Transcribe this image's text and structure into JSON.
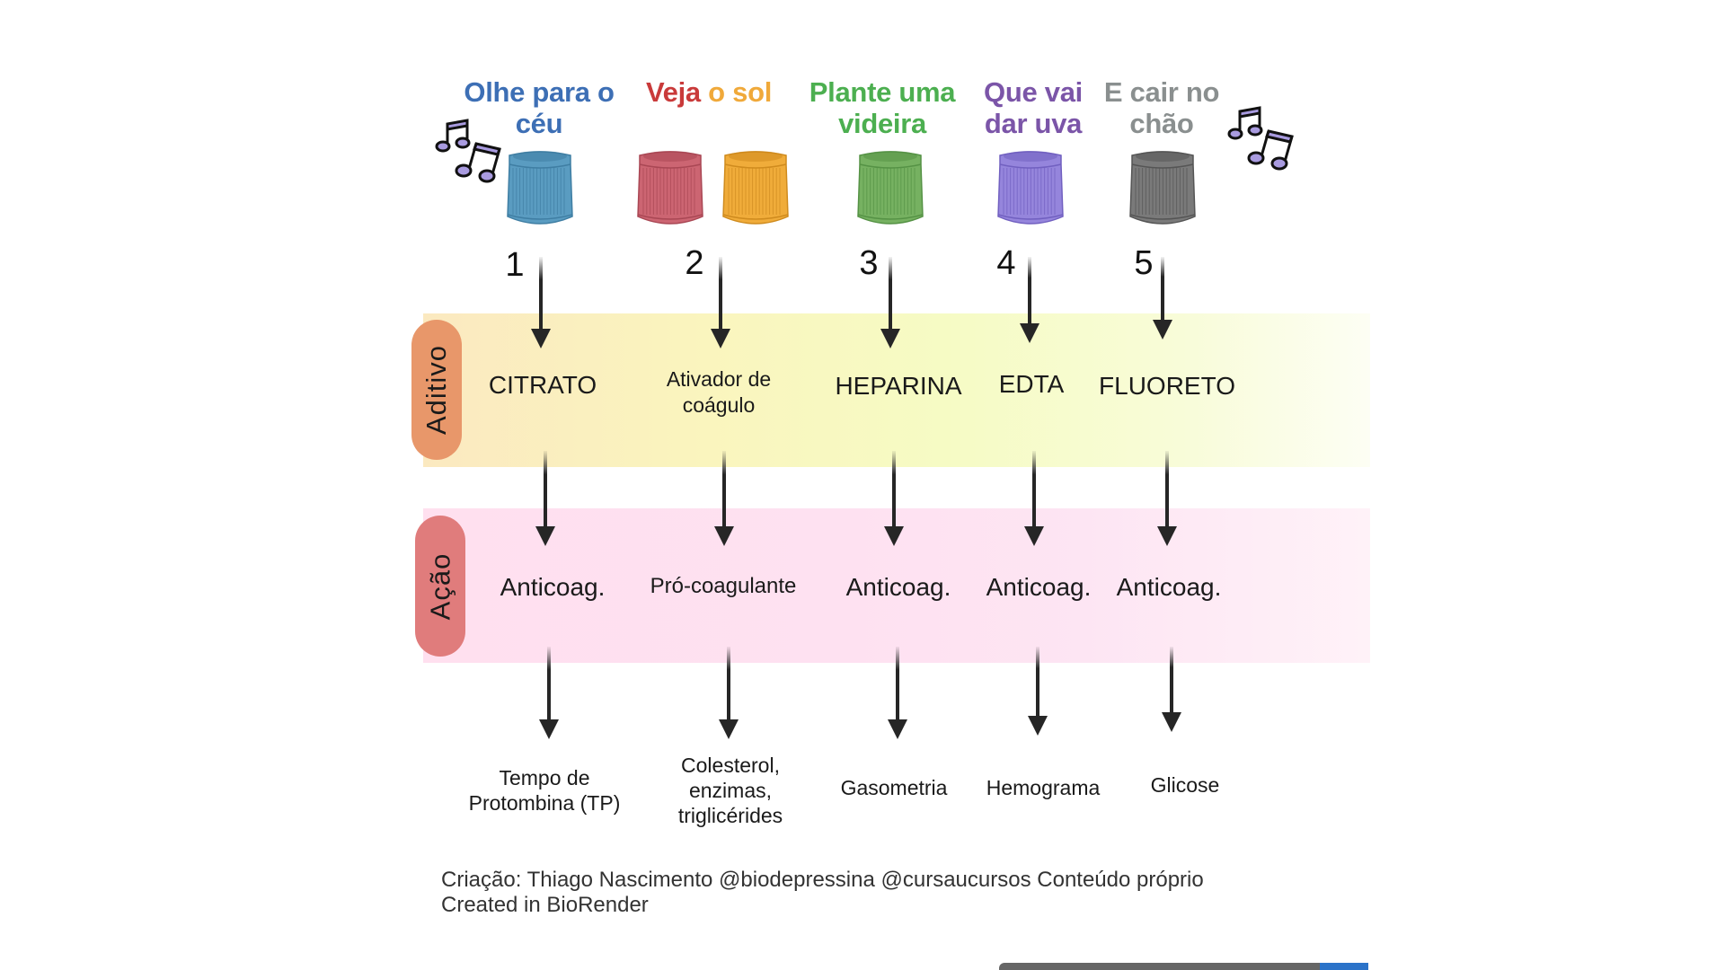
{
  "mnemonic": [
    {
      "text_line1": "Olhe para o",
      "text_line2": "céu",
      "color": "#3d6fb5"
    },
    {
      "word1": "Veja",
      "word2": "o sol",
      "color1": "#c93a3a",
      "color2": "#f0a93a"
    },
    {
      "text_line1": "Plante uma",
      "text_line2": "videira",
      "color": "#4caf50"
    },
    {
      "text_line1": "Que vai",
      "text_line2": "dar uva",
      "color": "#7b55a8"
    },
    {
      "text_line1": "E cair no",
      "text_line2": "chão",
      "color": "#8a8f8f"
    }
  ],
  "caps": [
    {
      "name": "blue-cap",
      "color": "#5a9cc1",
      "dark": "#3f7ea3"
    },
    {
      "name": "red-cap",
      "color": "#cc6572",
      "dark": "#a94754"
    },
    {
      "name": "yellow-cap",
      "color": "#f0ac3a",
      "dark": "#cf8b1e"
    },
    {
      "name": "green-cap",
      "color": "#76b161",
      "dark": "#559245"
    },
    {
      "name": "purple-cap",
      "color": "#9585dc",
      "dark": "#7160c0"
    },
    {
      "name": "gray-cap",
      "color": "#7a7a7a",
      "dark": "#555555"
    }
  ],
  "order_numbers": [
    "1",
    "2",
    "3",
    "4",
    "5"
  ],
  "sections": {
    "aditivo": {
      "label": "Aditivo",
      "color": "#e8976a"
    },
    "acao": {
      "label": "Ação",
      "color": "#e07c7c"
    }
  },
  "additives": [
    "CITRATO",
    "Ativador de\ncoágulo",
    "HEPARINA",
    "EDTA",
    "FLUORETO"
  ],
  "additive_lines": [
    [
      "CITRATO"
    ],
    [
      "Ativador de",
      "coágulo"
    ],
    [
      "HEPARINA"
    ],
    [
      "EDTA"
    ],
    [
      "FLUORETO"
    ]
  ],
  "actions": [
    "Anticoag.",
    "Pró-coagulante",
    "Anticoag.",
    "Anticoag.",
    "Anticoag."
  ],
  "tests": [
    [
      "Tempo de",
      "Protombina (TP)"
    ],
    [
      "Colesterol,",
      "enzimas,",
      "triglicérides"
    ],
    [
      "Gasometria"
    ],
    [
      "Hemograma"
    ],
    [
      "Glicose"
    ]
  ],
  "footer": {
    "line1": "Criação: Thiago Nascimento @biodepressina @cursaucursos Conteúdo próprio",
    "line2": "Created in BioRender"
  }
}
